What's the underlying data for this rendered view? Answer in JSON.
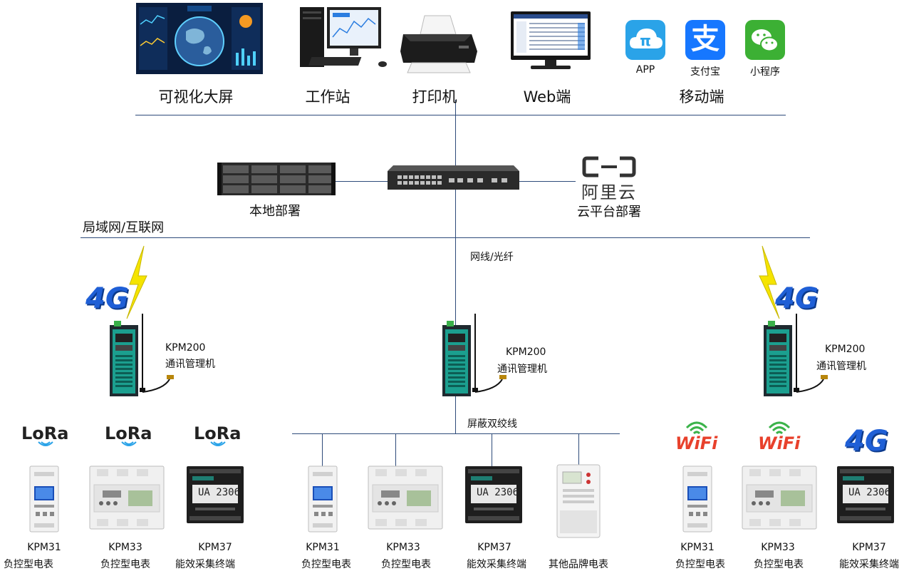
{
  "top": {
    "screen_label": "可视化大屏",
    "workstation_label": "工作站",
    "printer_label": "打印机",
    "web_label": "Web端",
    "mobile_label": "移动端",
    "app_label": "APP",
    "alipay_label": "支付宝",
    "miniprogram_label": "小程序",
    "alipay_glyph": "支",
    "app_glyph": "π"
  },
  "middle": {
    "local_label": "本地部署",
    "aliyun_logo_text": "阿里云",
    "cloud_label": "云平台部署",
    "lan_label": "局域网/互联网",
    "cable_label": "网线/光纤"
  },
  "gateways": [
    {
      "model": "KPM200",
      "name": "通讯管理机"
    },
    {
      "model": "KPM200",
      "name": "通讯管理机"
    },
    {
      "model": "KPM200",
      "name": "通讯管理机"
    }
  ],
  "signals": {
    "g4": "4G",
    "lora": "LoRa",
    "wifi": "WiFi"
  },
  "bus_label": "屏蔽双绞线",
  "meter_display": "UA 2306",
  "devices": [
    {
      "model": "KPM31",
      "name": "负控型电表"
    },
    {
      "model": "KPM33",
      "name": "负控型电表"
    },
    {
      "model": "KPM37",
      "name": "能效采集终端"
    },
    {
      "model": "KPM31",
      "name": "负控型电表"
    },
    {
      "model": "KPM33",
      "name": "负控型电表"
    },
    {
      "model": "KPM37",
      "name": "能效采集终端"
    },
    {
      "model": "",
      "name": "其他品牌电表"
    },
    {
      "model": "KPM31",
      "name": "负控型电表"
    },
    {
      "model": "KPM33",
      "name": "负控型电表"
    },
    {
      "model": "KPM37",
      "name": "能效采集终端"
    }
  ],
  "colors": {
    "line": "#2e4b7a",
    "app_blue": "#2aa3e8",
    "alipay_blue": "#1677ff",
    "wechat_green": "#3cb034",
    "g4_blue": "#1f5fd6",
    "g4_red": "#e02020",
    "wifi_green": "#3bb34a",
    "wifi_red": "#e8412c",
    "lightning": "#f5e400",
    "gateway_teal": "#1b9f8f"
  }
}
